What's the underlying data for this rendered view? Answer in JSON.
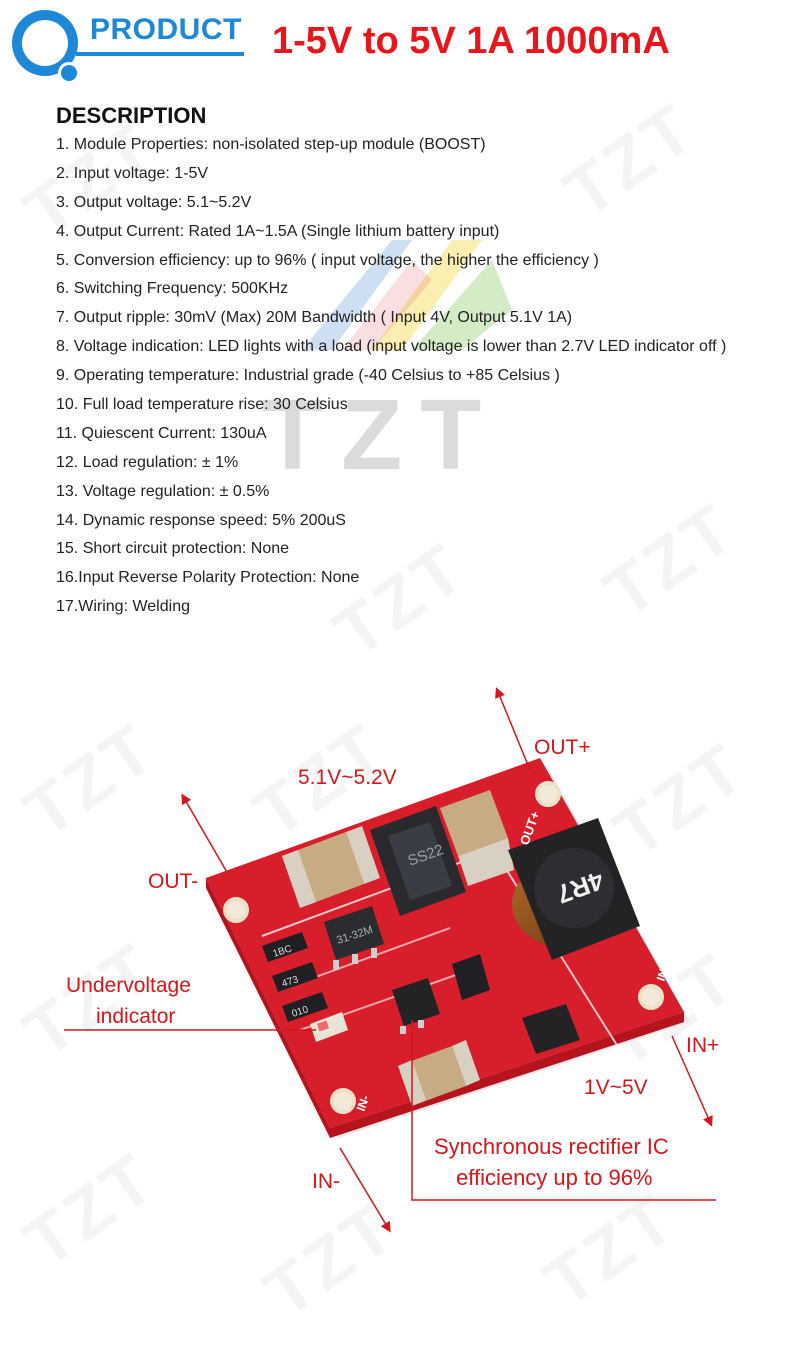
{
  "header": {
    "badge_label": "PRODUCT",
    "title": "1-5V to 5V 1A 1000mA"
  },
  "description": {
    "heading": "DESCRIPTION",
    "items": [
      "1. Module Properties:  non-isolated step-up module (BOOST)",
      "2. Input voltage:  1-5V",
      "3. Output voltage:  5.1~5.2V",
      "4. Output Current:  Rated 1A~1.5A (Single lithium battery input)",
      "5. Conversion efficiency:  up to 96% ( input voltage, the higher the efficiency )",
      "6. Switching Frequency:  500KHz",
      "7. Output ripple:  30mV (Max)  20M Bandwidth ( Input 4V, Output 5.1V 1A)",
      "8. Voltage indication:  LED lights with a load (input voltage is lower than 2.7V LED indicator off )",
      "9. Operating temperature: Industrial grade (-40 Celsius to +85    Celsius   )",
      "10. Full load temperature rise: 30    Celsius",
      "11. Quiescent Current: 130uA",
      "12. Load regulation:  ± 1%",
      "13. Voltage regulation:  ± 0.5%",
      "14. Dynamic response speed: 5% 200uS",
      "15. Short circuit protection: None",
      "16.Input Reverse Polarity Protection: None",
      "17.Wiring: Welding"
    ]
  },
  "watermark": "TZT",
  "board": {
    "labels": {
      "out_plus": "OUT+",
      "out_voltage": "5.1V~5.2V",
      "out_minus": "OUT-",
      "undervoltage_line1": "Undervoltage",
      "undervoltage_line2": "indicator",
      "in_plus": "IN+",
      "in_voltage": "1V~5V",
      "rectifier_line1": "Synchronous rectifier IC",
      "rectifier_line2": "efficiency up to 96%",
      "in_minus": "IN-"
    },
    "silkscreen": {
      "inductor": "4R7",
      "diode": "SS22",
      "ic": "31-32M",
      "r1": "1BC",
      "r2": "473",
      "r3": "010",
      "out_pad": "OUT+",
      "in_pad": "IN+",
      "in_minus_pad": "IN-"
    },
    "colors": {
      "pcb": "#d81e2a",
      "accent": "#d3171b",
      "brand_blue": "#1e88d8"
    }
  }
}
